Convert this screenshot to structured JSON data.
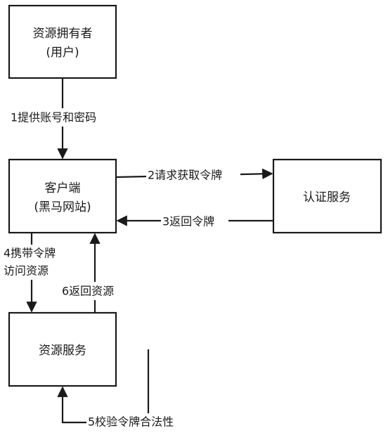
{
  "nodes": {
    "owner": {
      "line1": "资源拥有者",
      "line2": "(用户)"
    },
    "client": {
      "line1": "客户端",
      "line2": "(黑马网站)"
    },
    "auth": {
      "line1": "认证服务"
    },
    "resource": {
      "line1": "资源服务"
    }
  },
  "edges": {
    "e1": {
      "label": "1提供账号和密码"
    },
    "e2": {
      "label": "2请求获取令牌"
    },
    "e3": {
      "label": "3返回令牌"
    },
    "e4": {
      "line1": "4携带令牌",
      "line2": "访问资源"
    },
    "e5": {
      "label": "5校验令牌合法性"
    },
    "e6": {
      "label": "6返回资源"
    }
  },
  "colors": {
    "stroke": "#1a1a1a",
    "background": "#ffffff"
  }
}
